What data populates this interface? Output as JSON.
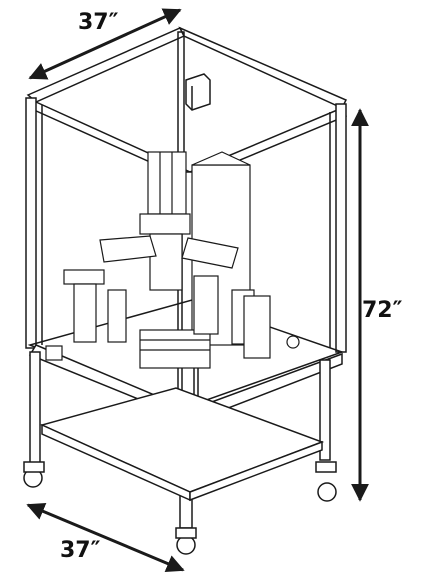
{
  "dimensions": {
    "top_width": "37″",
    "height": "72″",
    "bottom_depth": "37″"
  },
  "colors": {
    "line": "#1a1a1a",
    "frame_fill": "#ffffff",
    "background": "#ffffff"
  },
  "icons": {
    "enclosure": "machine-enclosure-drawing",
    "arrow": "double-headed-arrow"
  }
}
